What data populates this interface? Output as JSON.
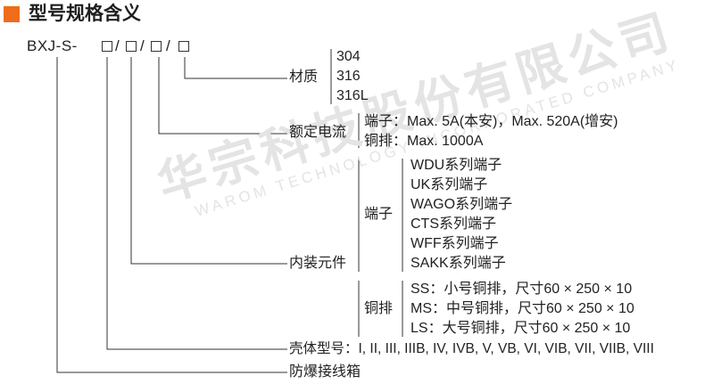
{
  "header": {
    "title": "型号规格含义"
  },
  "model": {
    "code": "BXJ-S-",
    "slots": 4,
    "separator": "/"
  },
  "branches": {
    "material": {
      "label": "材质",
      "options": [
        "304",
        "316",
        "316L"
      ]
    },
    "rated_current": {
      "label": "额定电流",
      "lines": [
        "端子：Max. 5A(本安)，Max. 520A(增安)",
        "铜排：Max. 1000A"
      ]
    },
    "internal_components": {
      "label": "内装元件",
      "terminal": {
        "label": "端子",
        "items": [
          "WDU系列端子",
          "UK系列端子",
          "WAGO系列端子",
          "CTS系列端子",
          "WFF系列端子",
          "SAKK系列端子"
        ]
      },
      "copper_bar": {
        "label": "铜排",
        "items": [
          "SS：小号铜排，尺寸60 × 250 × 10",
          "MS：中号铜排，尺寸60 × 250 × 10",
          "LS：大号铜排，尺寸60 × 250 × 10"
        ]
      }
    },
    "shell_type": {
      "text": "壳体型号：I, II, III, IIIB, IV, IVB, V, VB, VI, VIB, VII, VIIB, VIII"
    },
    "product": {
      "text": "防爆接线箱"
    }
  },
  "watermark": {
    "cn": "华宗科技股份有限公司",
    "en": "WAROM TECHNOLOGY INCORPORATED COMPANY"
  },
  "colors": {
    "accent": "#ef6c1a",
    "line": "#333333"
  }
}
